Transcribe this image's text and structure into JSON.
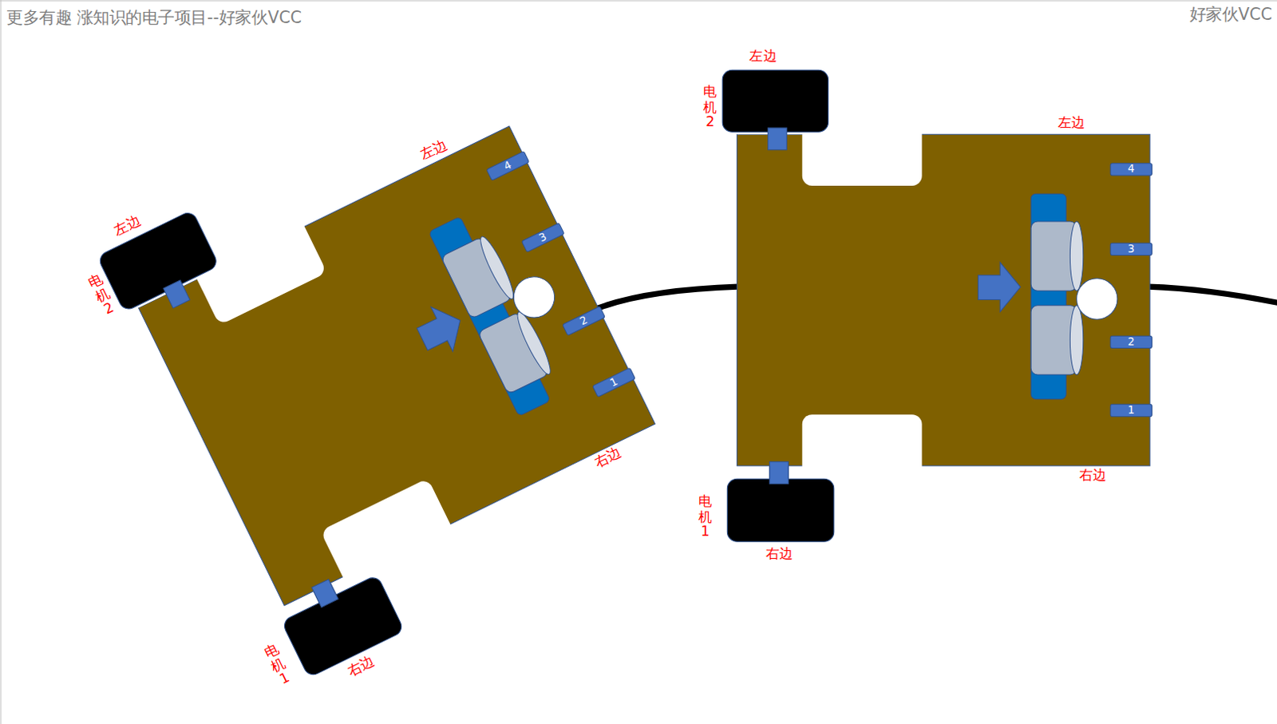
{
  "diagram": {
    "nodes": [
      {
        "text": [
          "4"
        ]
      },
      {
        "text": [
          "3"
        ]
      },
      {
        "text": [
          "2"
        ]
      },
      {
        "text": [
          "1"
        ]
      },
      {
        "text": [
          "4"
        ]
      },
      {
        "text": [
          "3"
        ]
      },
      {
        "text": [
          "2"
        ]
      },
      {
        "text": [
          "1"
        ]
      }
    ],
    "labels": [
      "更多有趣 涨知识的电子项目--好家伙VCC",
      "好家伙VCC",
      "左边",
      "左边",
      "电机2",
      "右边",
      "电机1",
      "右边",
      "左边",
      "电机2",
      "左边",
      "右边",
      "电机1",
      "右边"
    ]
  }
}
